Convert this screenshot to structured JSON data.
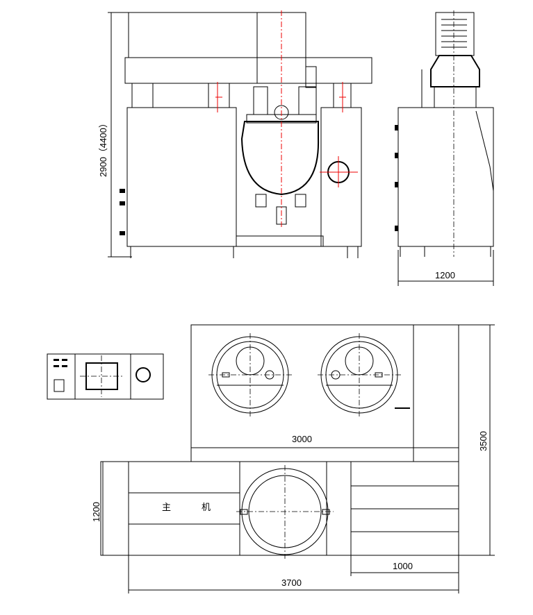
{
  "drawing": {
    "front_view": {
      "height_dim": "2900（4400）"
    },
    "side_view": {
      "width_dim": "1200"
    },
    "plan_view": {
      "upper_width_dim": "3000",
      "total_depth_dim": "3500",
      "lower_depth_dim": "1200",
      "main_unit_label_1": "主",
      "main_unit_label_2": "机",
      "right_section_dim": "1000",
      "total_width_dim": "3700"
    }
  }
}
